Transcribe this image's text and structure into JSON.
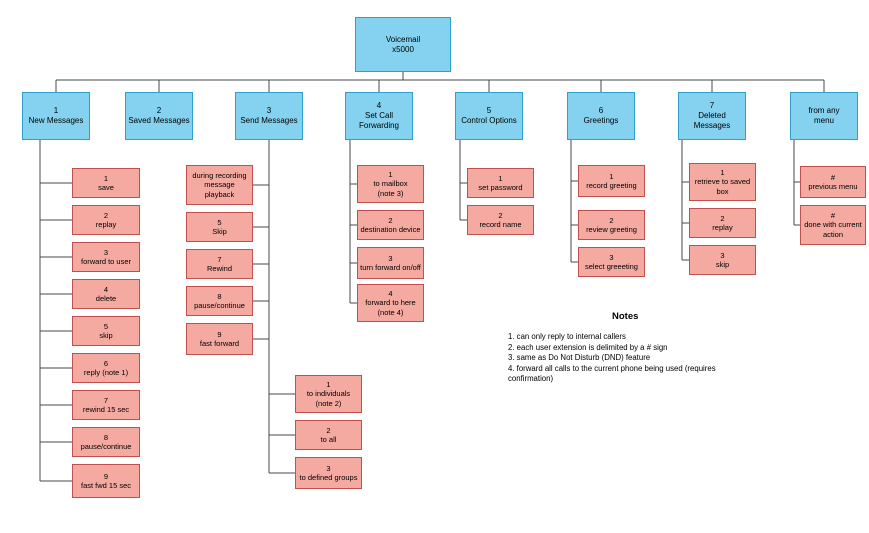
{
  "nodes": {
    "root": "Voicemail\nx5000",
    "menus": [
      "1\nNew Messages",
      "2\nSaved Messages",
      "3\nSend Messages",
      "4\nSet Call\nForwarding",
      "5\nControl Options",
      "6\nGreetings",
      "7\nDeleted Messages",
      "from any\nmenu"
    ],
    "new_messages": [
      "1\nsave",
      "2\nreplay",
      "3\nforward to user",
      "4\ndelete",
      "5\nskip",
      "6\nreply (note 1)",
      "7\nrewind 15 sec",
      "8\npause/continue",
      "9\nfast fwd 15 sec"
    ],
    "send_playback": [
      "during recording\nmessage\nplayback",
      "5\nSkip",
      "7\nRewind",
      "8\npause/continue",
      "9\nfast forward"
    ],
    "send_destinations": [
      "1\nto individuals\n(note 2)",
      "2\nto all",
      "3\nto defined groups"
    ],
    "set_call_forwarding": [
      "1\nto mailbox\n(note 3)",
      "2\ndestination device",
      "3\nturn forward on/off",
      "4\nforward to here\n(note 4)"
    ],
    "control_options": [
      "1\nset password",
      "2\nrecord name"
    ],
    "greetings": [
      "1\nrecord greeting",
      "2\nreview greeting",
      "3\nselect greeeting"
    ],
    "deleted_messages": [
      "1\nretrieve to saved\nbox",
      "2\nreplay",
      "3\nskip"
    ],
    "from_any_menu": [
      "#\nprevious menu",
      "#\ndone with current\naction"
    ]
  },
  "notes": {
    "title": "Notes",
    "items": [
      "1. can only reply to internal callers",
      "2. each user extension is delimited by a # sign",
      "3. same as Do Not Disturb (DND) feature",
      "4. forward all calls to the current phone being used (requires confirmation)"
    ]
  },
  "colors": {
    "menu_fill": "#84d2f0",
    "menu_border": "#2f9fce",
    "item_fill": "#f4a9a1",
    "item_border": "#c0504d",
    "connector": "#4a4a4a"
  }
}
